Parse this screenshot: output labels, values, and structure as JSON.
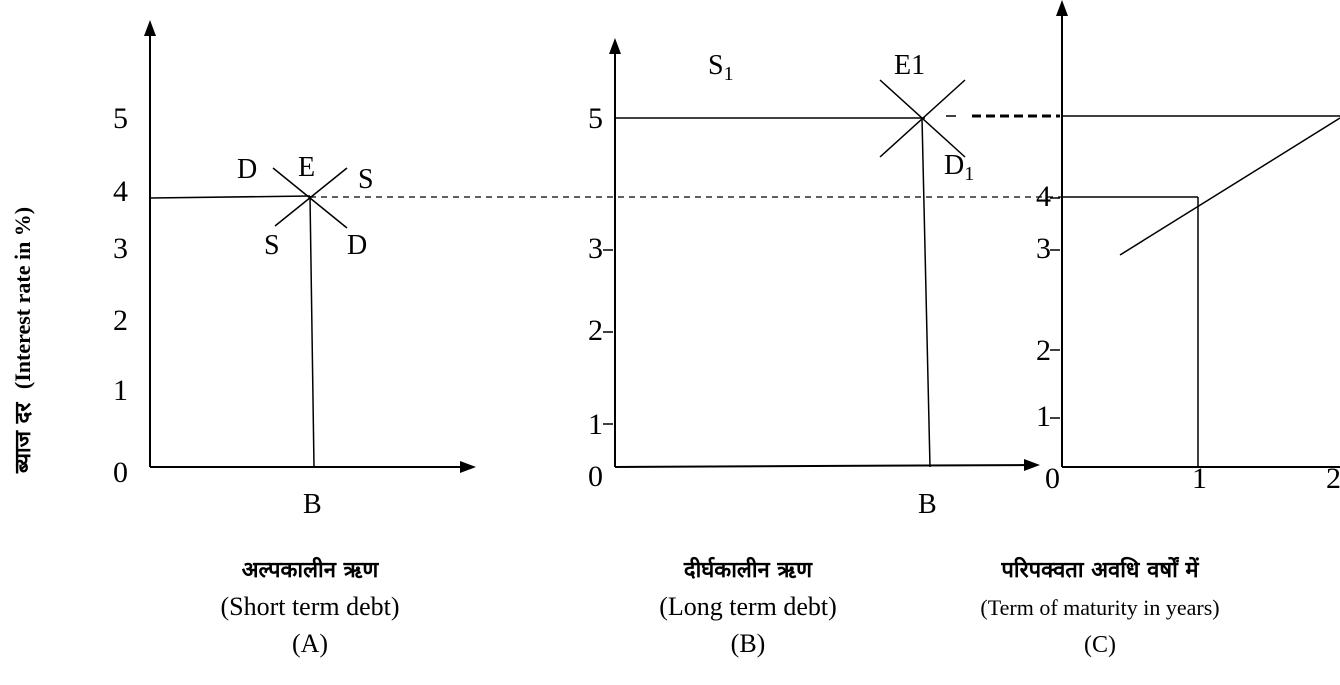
{
  "y_axis_label": {
    "hindi": "ब्याज दर",
    "english": "(Interest rate in %)"
  },
  "panel_a": {
    "ticks": [
      "5",
      "4",
      "3",
      "2",
      "1",
      "0"
    ],
    "labels": {
      "E": "E",
      "D_left": "D",
      "S_right": "S",
      "S_left": "S",
      "D_right": "D",
      "B": "B"
    },
    "caption": {
      "hindi": "अल्पकालीन ऋण",
      "english": "(Short term debt)",
      "letter": "(A)"
    }
  },
  "panel_b": {
    "ticks": [
      "5",
      "3",
      "2",
      "1",
      "0"
    ],
    "labels": {
      "S1_base": "S",
      "S1_sub": "1",
      "E1": "E1",
      "D1_base": "D",
      "D1_sub": "1",
      "B": "B"
    },
    "caption": {
      "hindi": "दीर्घकालीन ऋण",
      "english": "(Long term debt)",
      "letter": "(B)"
    }
  },
  "panel_c": {
    "y_ticks": [
      "4",
      "3",
      "2",
      "1",
      "0"
    ],
    "x_ticks": [
      "1",
      "2"
    ],
    "caption": {
      "hindi": "परिपक्वता अवधि वर्षों में",
      "english": "(Term of maturity in years)",
      "letter": "(C)"
    }
  }
}
